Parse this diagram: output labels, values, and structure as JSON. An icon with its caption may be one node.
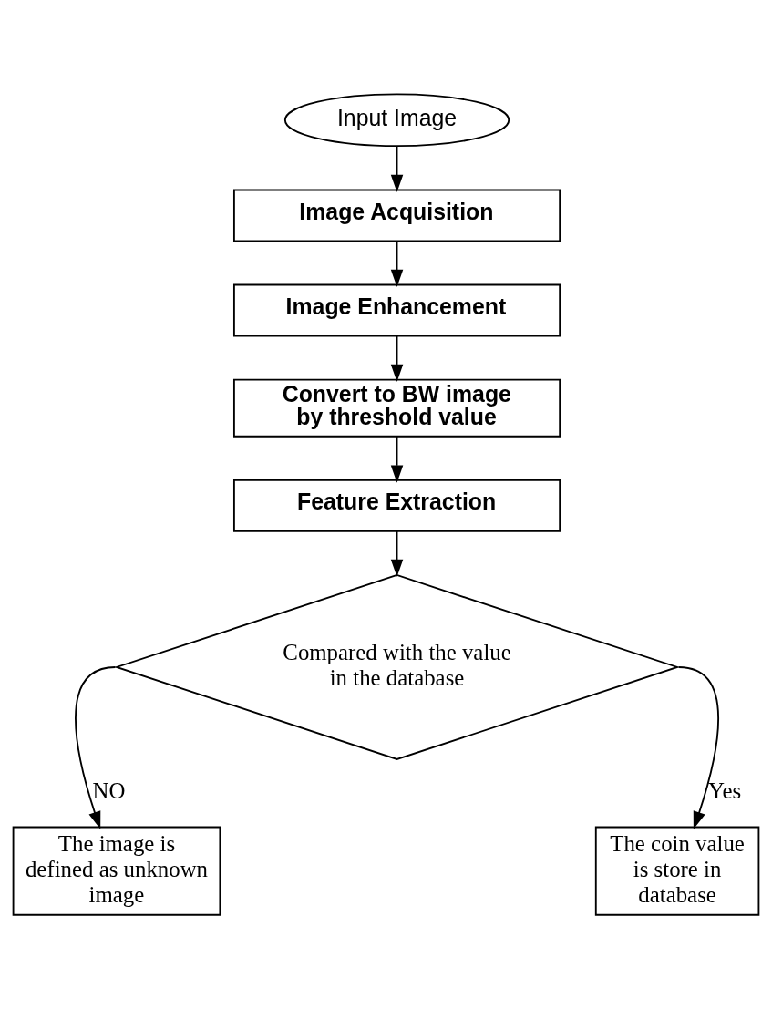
{
  "diagram": {
    "nodes": [
      {
        "text": [
          "Input Image"
        ]
      },
      {
        "text": [
          "Image Acquisition"
        ]
      },
      {
        "text": [
          "Image Enhancement"
        ]
      },
      {
        "text": [
          "Convert to BW image by threshold value"
        ]
      },
      {
        "text": [
          "Feature Extraction"
        ]
      },
      {
        "text": [
          "Compared with the value in the database"
        ]
      },
      {
        "text": [
          "The image is defined as unknown image"
        ]
      },
      {
        "text": [
          "The coin value is store in database"
        ]
      }
    ],
    "edges": [
      {
        "from": 0,
        "to": 1,
        "arrow": "to"
      },
      {
        "from": 1,
        "to": 2,
        "arrow": "to"
      },
      {
        "from": 2,
        "to": 3,
        "arrow": "to"
      },
      {
        "from": 3,
        "to": 4,
        "arrow": "to"
      },
      {
        "from": 4,
        "to": 5,
        "arrow": "to"
      },
      {
        "from": 5,
        "to": 6,
        "arrow": "to",
        "label": "NO"
      },
      {
        "from": 5,
        "to": 7,
        "arrow": "to",
        "label": "Yes"
      }
    ]
  }
}
